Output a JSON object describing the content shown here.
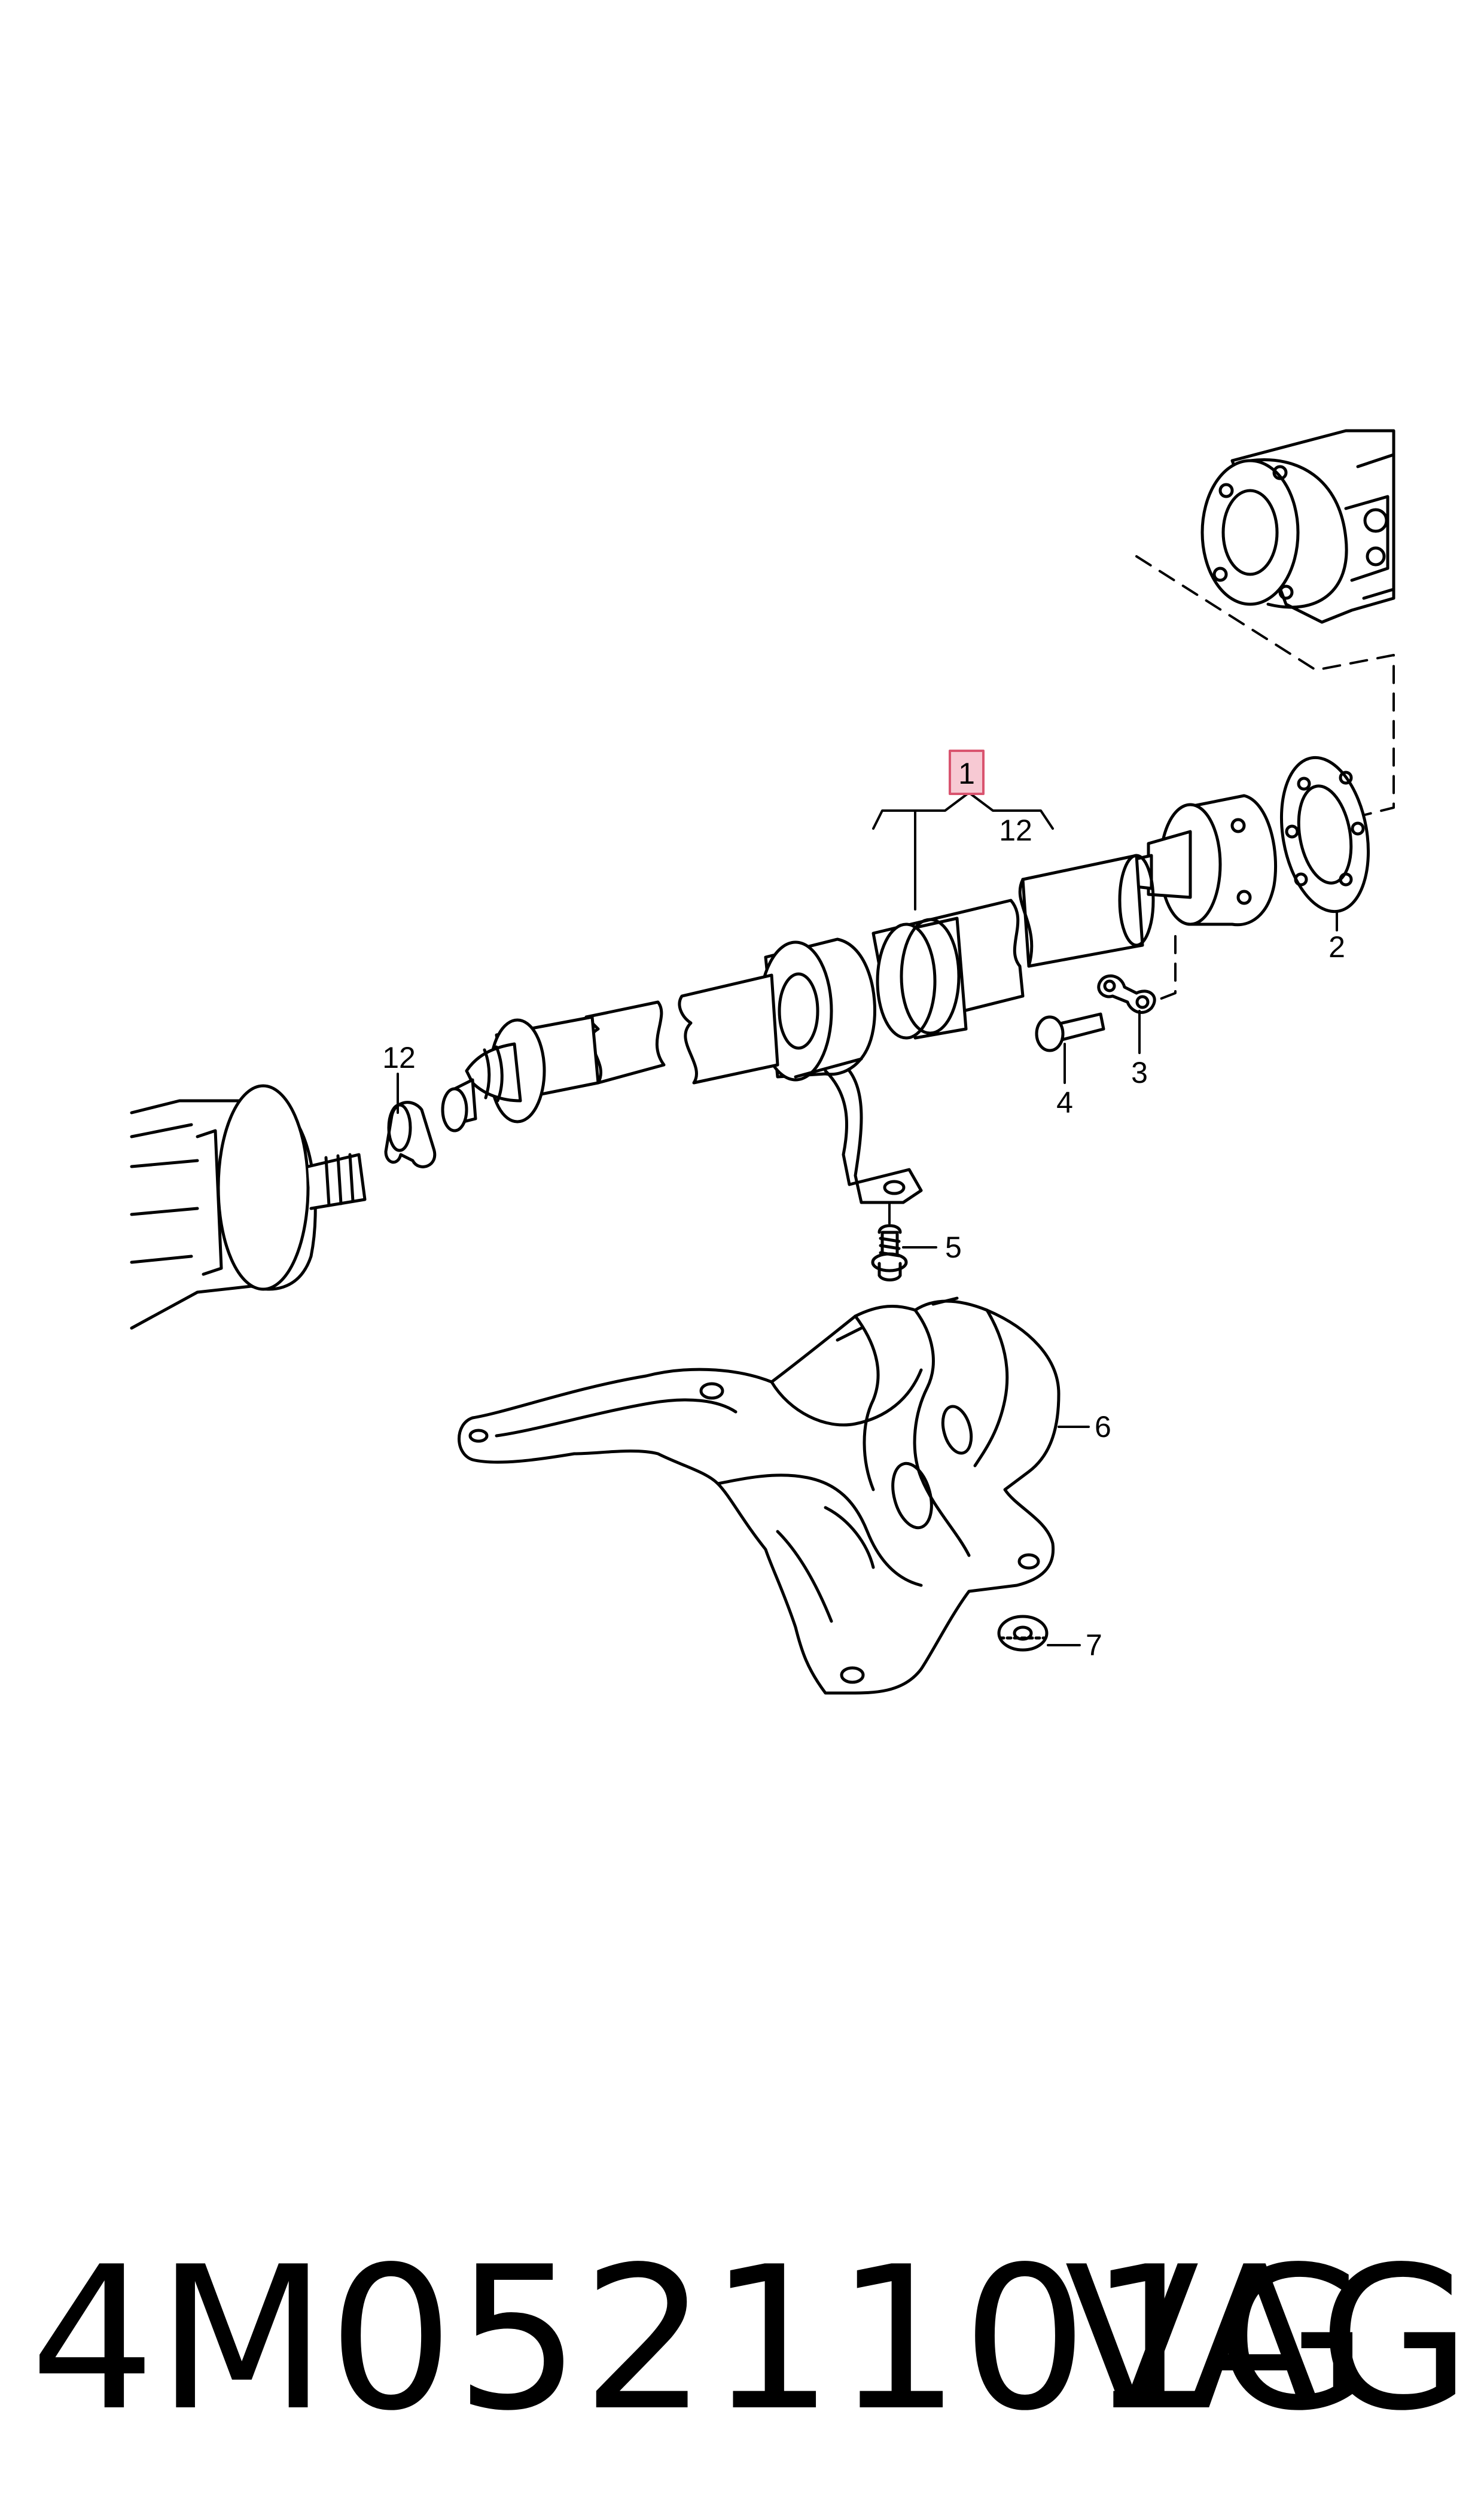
{
  "callouts": {
    "c1": "1",
    "c12_top": "12",
    "c12_left": "12",
    "c2": "2",
    "c3": "3",
    "c4": "4",
    "c5": "5",
    "c6": "6",
    "c7": "7"
  },
  "footer": {
    "part_number": "4M0521101G",
    "brand": "VAG"
  },
  "colors": {
    "line": "#000000",
    "highlight_fill": "#f7c9d3",
    "highlight_stroke": "#d9546f"
  }
}
